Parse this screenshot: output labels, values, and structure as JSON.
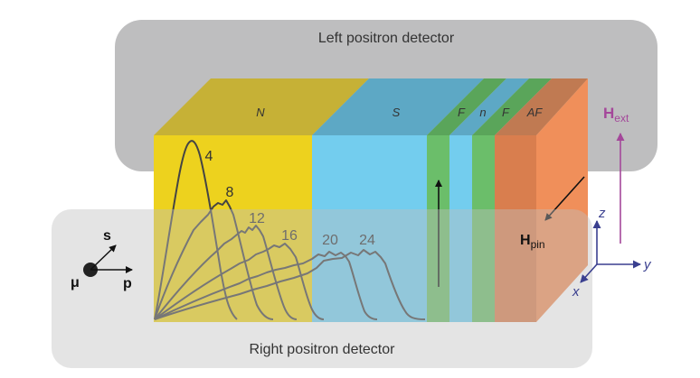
{
  "detectors": {
    "left": "Left positron detector",
    "right": "Right positron detector"
  },
  "layers": {
    "n": "N",
    "s": "S",
    "f1": "F",
    "n2": "n",
    "f2": "F",
    "af": "AF"
  },
  "implantation_energies": [
    "4",
    "8",
    "12",
    "16",
    "20",
    "24"
  ],
  "muon": {
    "particle": "μ",
    "spin": "s",
    "momentum": "p"
  },
  "fields": {
    "ext": {
      "symbol": "H",
      "subscript": "ext"
    },
    "pin": {
      "symbol": "H",
      "subscript": "pin"
    }
  },
  "axes": {
    "z": "z",
    "y": "y",
    "x": "x"
  },
  "colors": {
    "n_layer": "#EDD21E",
    "s_layer": "#73CDEE",
    "f_layer": "#6BBE6A",
    "af_layer": "#F08F5A",
    "detector": "#BEBEBF",
    "h_ext": "#A4479A",
    "axes": "#3A3F8F"
  }
}
